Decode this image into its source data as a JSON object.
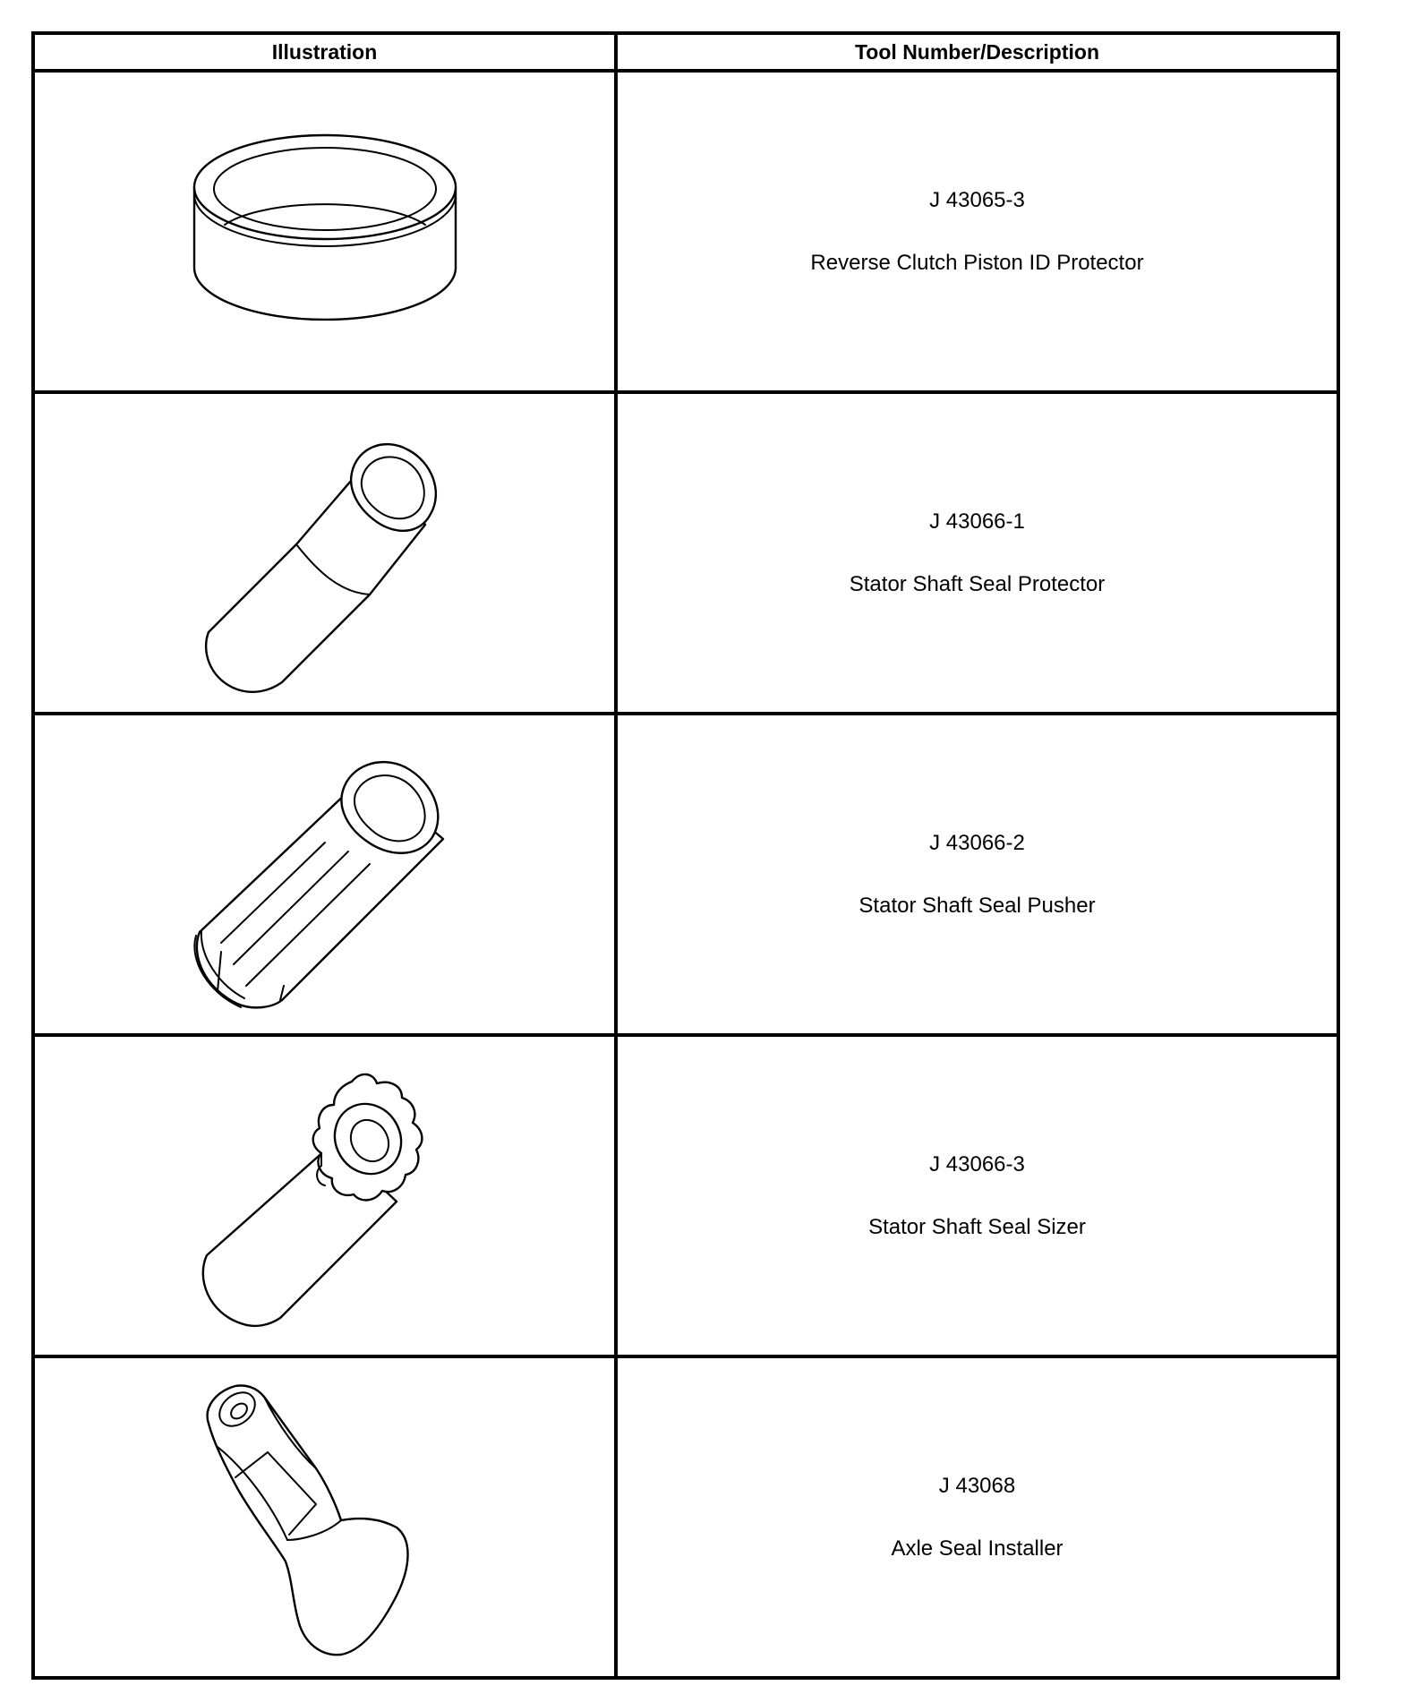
{
  "header": {
    "illustration": "Illustration",
    "tool": "Tool Number/Description"
  },
  "rows": [
    {
      "number": "J 43065-3",
      "description": "Reverse Clutch Piston ID Protector",
      "icon": "ring-protector-icon"
    },
    {
      "number": "J 43066-1",
      "description": "Stator Shaft Seal Protector",
      "icon": "tapered-sleeve-icon"
    },
    {
      "number": "J 43066-2",
      "description": "Stator Shaft Seal Pusher",
      "icon": "fluted-sleeve-icon"
    },
    {
      "number": "J 43066-3",
      "description": "Stator Shaft Seal Sizer",
      "icon": "splined-sleeve-icon"
    },
    {
      "number": "J 43068",
      "description": "Axle Seal Installer",
      "icon": "handle-installer-icon"
    }
  ]
}
